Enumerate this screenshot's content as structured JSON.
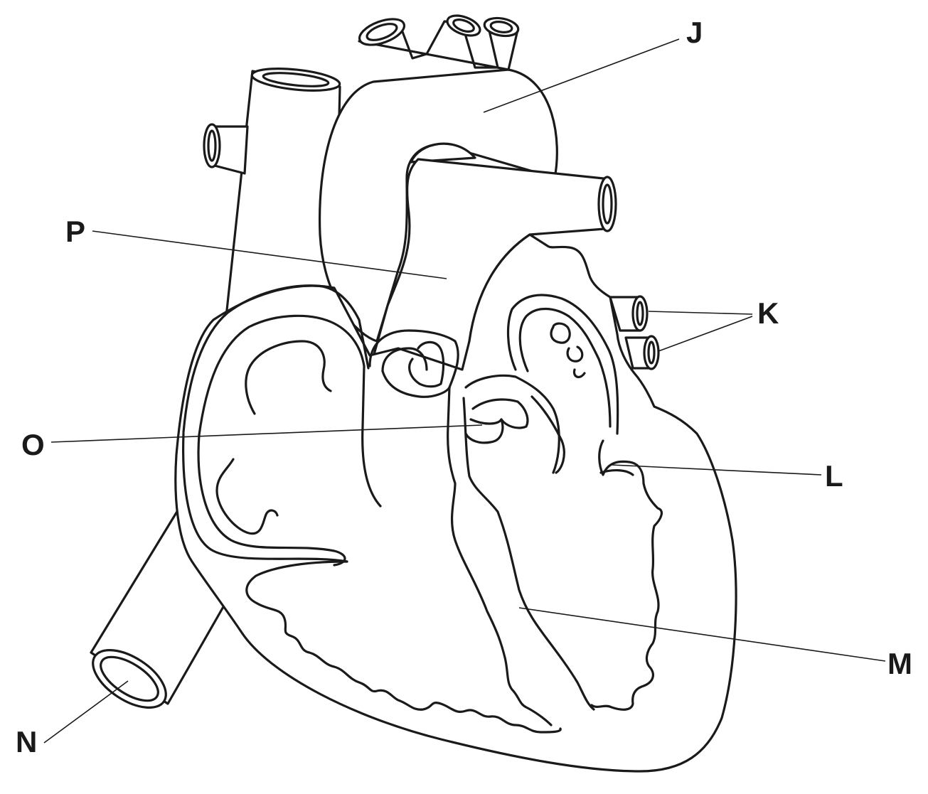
{
  "labels": {
    "j": "J",
    "k": "K",
    "l": "L",
    "m": "M",
    "n": "N",
    "o": "O",
    "p": "P"
  },
  "colors": {
    "line": "#1a1a1a",
    "background": "#ffffff"
  }
}
